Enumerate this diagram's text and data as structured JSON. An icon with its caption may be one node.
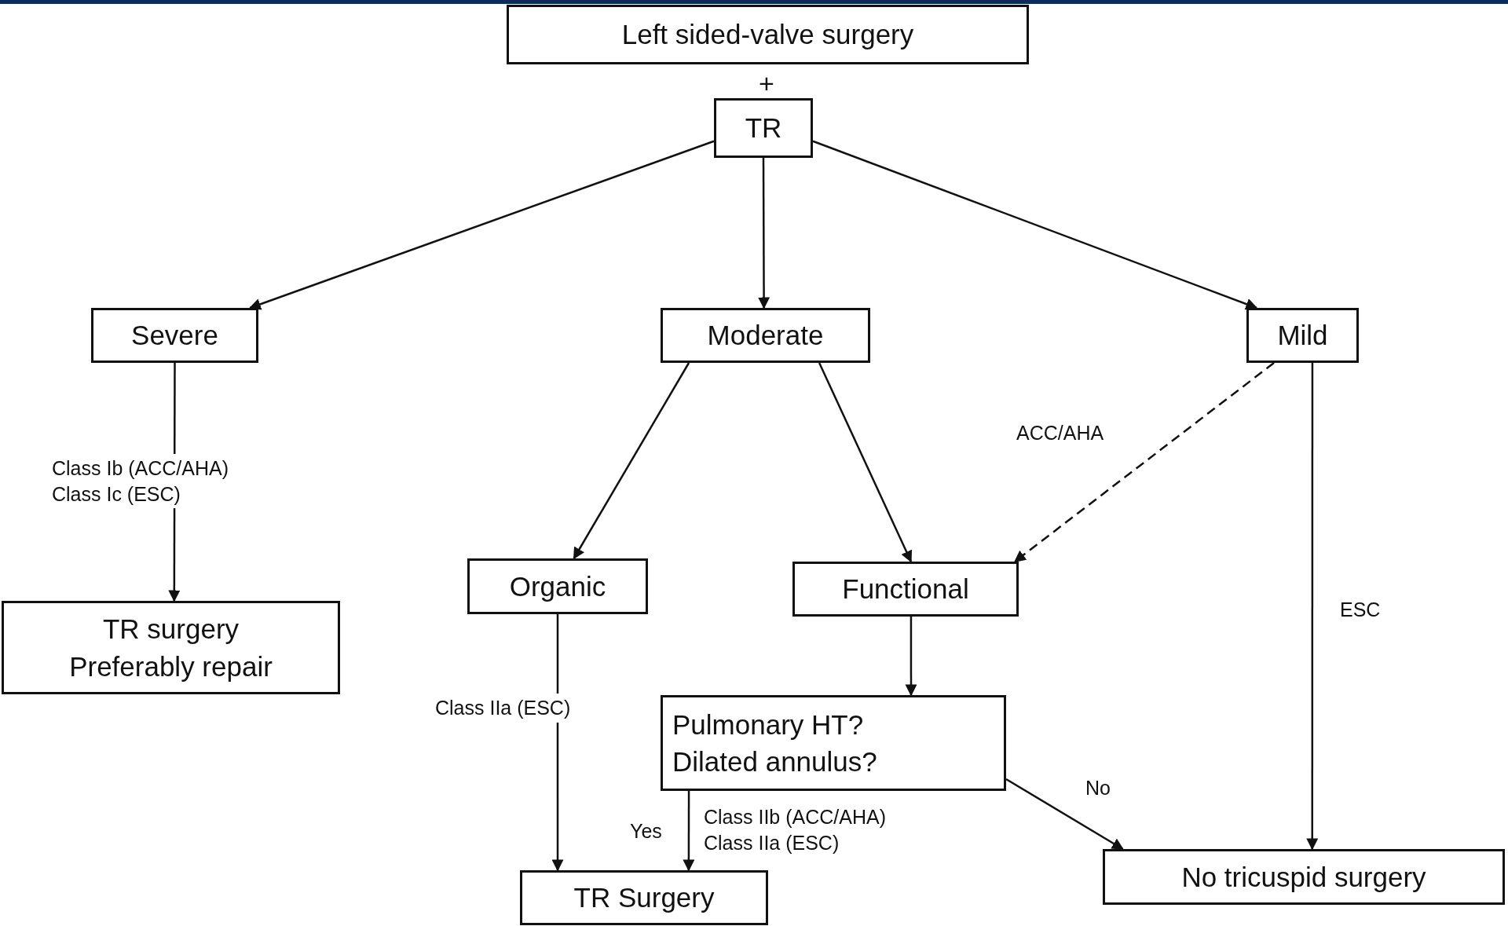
{
  "diagram": {
    "nodes": [
      {
        "text": [
          "Left sided-valve surgery"
        ]
      },
      {
        "text": [
          "TR"
        ]
      },
      {
        "text": [
          "Severe"
        ]
      },
      {
        "text": [
          "Moderate"
        ]
      },
      {
        "text": [
          "Mild"
        ]
      },
      {
        "text": [
          "TR surgery",
          "Preferably repair"
        ]
      },
      {
        "text": [
          "Organic"
        ]
      },
      {
        "text": [
          "Functional"
        ]
      },
      {
        "text": [
          "Pulmonary HT?",
          "Dilated annulus?"
        ]
      },
      {
        "text": [
          "TR Surgery"
        ]
      },
      {
        "text": [
          "No tricuspid surgery"
        ]
      }
    ],
    "edges": [
      {
        "from": 1,
        "to": 2,
        "arrow": "to"
      },
      {
        "from": 1,
        "to": 3,
        "arrow": "to"
      },
      {
        "from": 1,
        "to": 4,
        "arrow": "to"
      },
      {
        "from": 2,
        "to": 5,
        "arrow": "to",
        "label": "Class Ib (ACC/AHA) Class Ic (ESC)"
      },
      {
        "from": 3,
        "to": 6,
        "arrow": "to"
      },
      {
        "from": 3,
        "to": 7,
        "arrow": "to"
      },
      {
        "from": 4,
        "to": 7,
        "arrow": "to",
        "style": "dashed",
        "label": "ACC/AHA"
      },
      {
        "from": 4,
        "to": 10,
        "arrow": "to",
        "label": "ESC"
      },
      {
        "from": 6,
        "to": 9,
        "arrow": "to",
        "label": "Class IIa (ESC)"
      },
      {
        "from": 7,
        "to": 8,
        "arrow": "to"
      },
      {
        "from": 8,
        "to": 9,
        "arrow": "to",
        "label": "Yes"
      },
      {
        "from": 8,
        "to": 10,
        "arrow": "to",
        "label": "No"
      }
    ],
    "labels": [
      "+",
      "Class IIb (ACC/AHA) Class IIa (ESC)"
    ]
  }
}
